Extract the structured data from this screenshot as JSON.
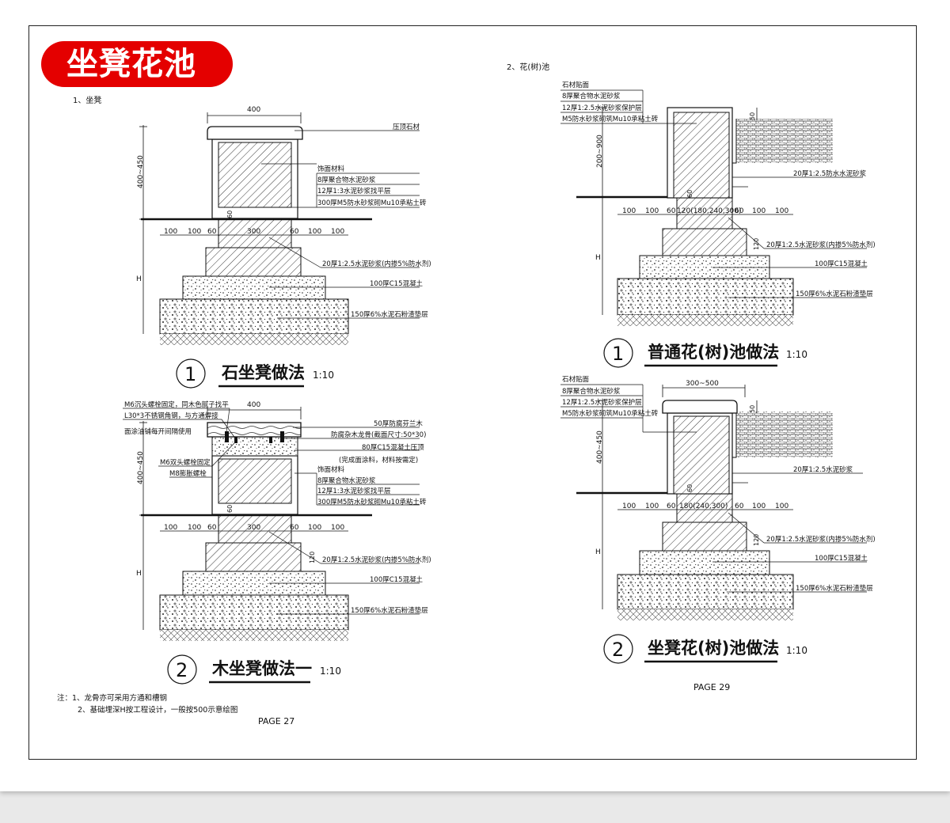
{
  "banner_title": "坐凳花池",
  "left": {
    "section_label": "1、坐凳",
    "stone": {
      "dim_top": "400",
      "dim_height": "400~450",
      "dim_h": "H",
      "dims_row": [
        "100",
        "100",
        "60",
        "300",
        "60",
        "100",
        "100"
      ],
      "dim_60v": "60",
      "callouts": [
        "压顶石材",
        "饰面材料",
        "8厚聚合物水泥砂浆",
        "12厚1:3水泥砂浆找平层",
        "300厚M5防水砂浆砌Mu10承粘土砖",
        "20厚1:2.5水泥砂浆(内掺5%防水剂)",
        "100厚C15混凝土",
        "150厚6%水泥石粉渣垫层"
      ],
      "num": "1",
      "title": "石坐凳做法",
      "scale": "1:10"
    },
    "wood": {
      "dim_top": "400",
      "dim_height": "400~450",
      "dim_h": "H",
      "dims_row": [
        "100",
        "100",
        "60",
        "300",
        "60",
        "100",
        "100"
      ],
      "dim_60v": "60",
      "dim_120v": "120",
      "callouts_left": [
        "M6沉头螺栓固定，同木色腻子找平",
        "L30*3不锈钢角钢，与方通焊接",
        "面涂油铺每开间隔使用",
        "M6双头螺栓固定",
        "M8膨胀螺栓"
      ],
      "callouts": [
        "50厚防腐芬兰木",
        "防腐杂木龙骨(截面尺寸:50*30)",
        "80厚C15混凝土压顶",
        "(完成面涂料，材料按需定)",
        "饰面材料",
        "8厚聚合物水泥砂浆",
        "12厚1:3水泥砂浆找平层",
        "300厚M5防水砂浆砌Mu10承粘土砖",
        "20厚1:2.5水泥砂浆(内掺5%防水剂)",
        "100厚C15混凝土",
        "150厚6%水泥石粉渣垫层"
      ],
      "num": "2",
      "title": "木坐凳做法一",
      "scale": "1:10"
    },
    "notes": [
      "注：1、龙骨亦可采用方通和槽钢",
      "2、基础埋深H按工程设计，一般按500示意绘图"
    ],
    "page": "PAGE 27"
  },
  "right": {
    "section_label": "2、花(树)池",
    "planter1": {
      "dim_height": "200~900",
      "dim_h": "H",
      "dim_50": "50",
      "dims_row": [
        "100",
        "100",
        "60",
        "120(180,240,300)",
        "60",
        "100",
        "100"
      ],
      "dim_60v": "60",
      "dim_120v": "120",
      "callouts_top": [
        "石材贴面",
        "8厚聚合物水泥砂浆",
        "12厚1:2.5水泥砂浆保护层",
        "M5防水砂浆砌筑Mu10承粘土砖"
      ],
      "callouts": [
        "20厚1:2.5防水水泥砂浆",
        "20厚1:2.5水泥砂浆(内掺5%防水剂)",
        "100厚C15混凝土",
        "150厚6%水泥石粉渣垫层"
      ],
      "num": "1",
      "title": "普通花(树)池做法",
      "scale": "1:10"
    },
    "planter2": {
      "dim_top": "300~500",
      "dim_height": "400~450",
      "dim_h": "H",
      "dim_50": "50",
      "dims_row": [
        "100",
        "100",
        "60",
        "180(240,300)",
        "60",
        "100",
        "100"
      ],
      "dim_60v": "60",
      "dim_120v": "120",
      "callouts_top": [
        "石材贴面",
        "8厚聚合物水泥砂浆",
        "12厚1:2.5水泥砂浆保护层",
        "M5防水砂浆砌筑Mu10承粘土砖"
      ],
      "callouts": [
        "20厚1:2.5水泥砂浆",
        "20厚1:2.5水泥砂浆(内掺5%防水剂)",
        "100厚C15混凝土",
        "150厚6%水泥石粉渣垫层"
      ],
      "num": "2",
      "title": "坐凳花(树)池做法",
      "scale": "1:10"
    },
    "page": "PAGE 29"
  }
}
